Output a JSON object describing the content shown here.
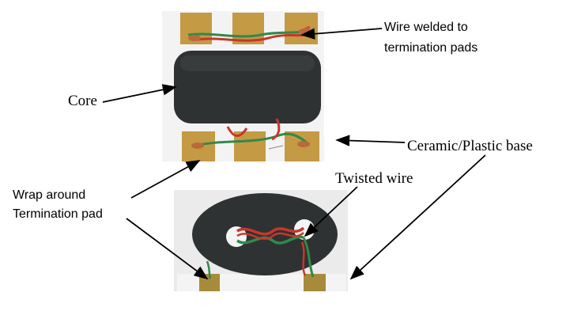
{
  "labels": {
    "wire_welded_line1": "Wire welded to",
    "wire_welded_line2": "termination pads",
    "core": "Core",
    "base": "Ceramic/Plastic base",
    "twisted": "Twisted wire",
    "wrap_line1": "Wrap around",
    "wrap_line2": "Termination pad"
  },
  "colors": {
    "core": "#2f3232",
    "pad": "#c8a048",
    "copper": "#b86a3a",
    "wire_red": "#c8362c",
    "wire_green": "#2f8a4a",
    "base": "#f2f2f2"
  }
}
